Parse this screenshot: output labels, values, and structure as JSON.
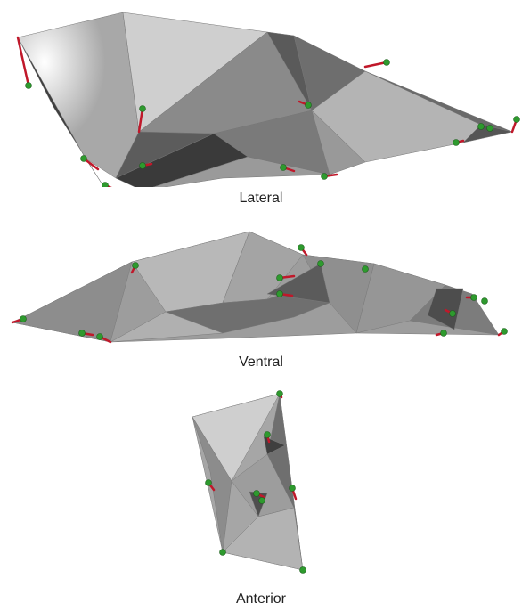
{
  "views": [
    {
      "label": "Lateral"
    },
    {
      "label": "Ventral"
    },
    {
      "label": "Anterior"
    }
  ],
  "colors": {
    "mesh_light": "#e6e6e6",
    "mesh_mid": "#9c9c9c",
    "mesh_dark": "#4a4a4a",
    "landmark": "#2e9a2e",
    "vector": "#c0182a"
  }
}
